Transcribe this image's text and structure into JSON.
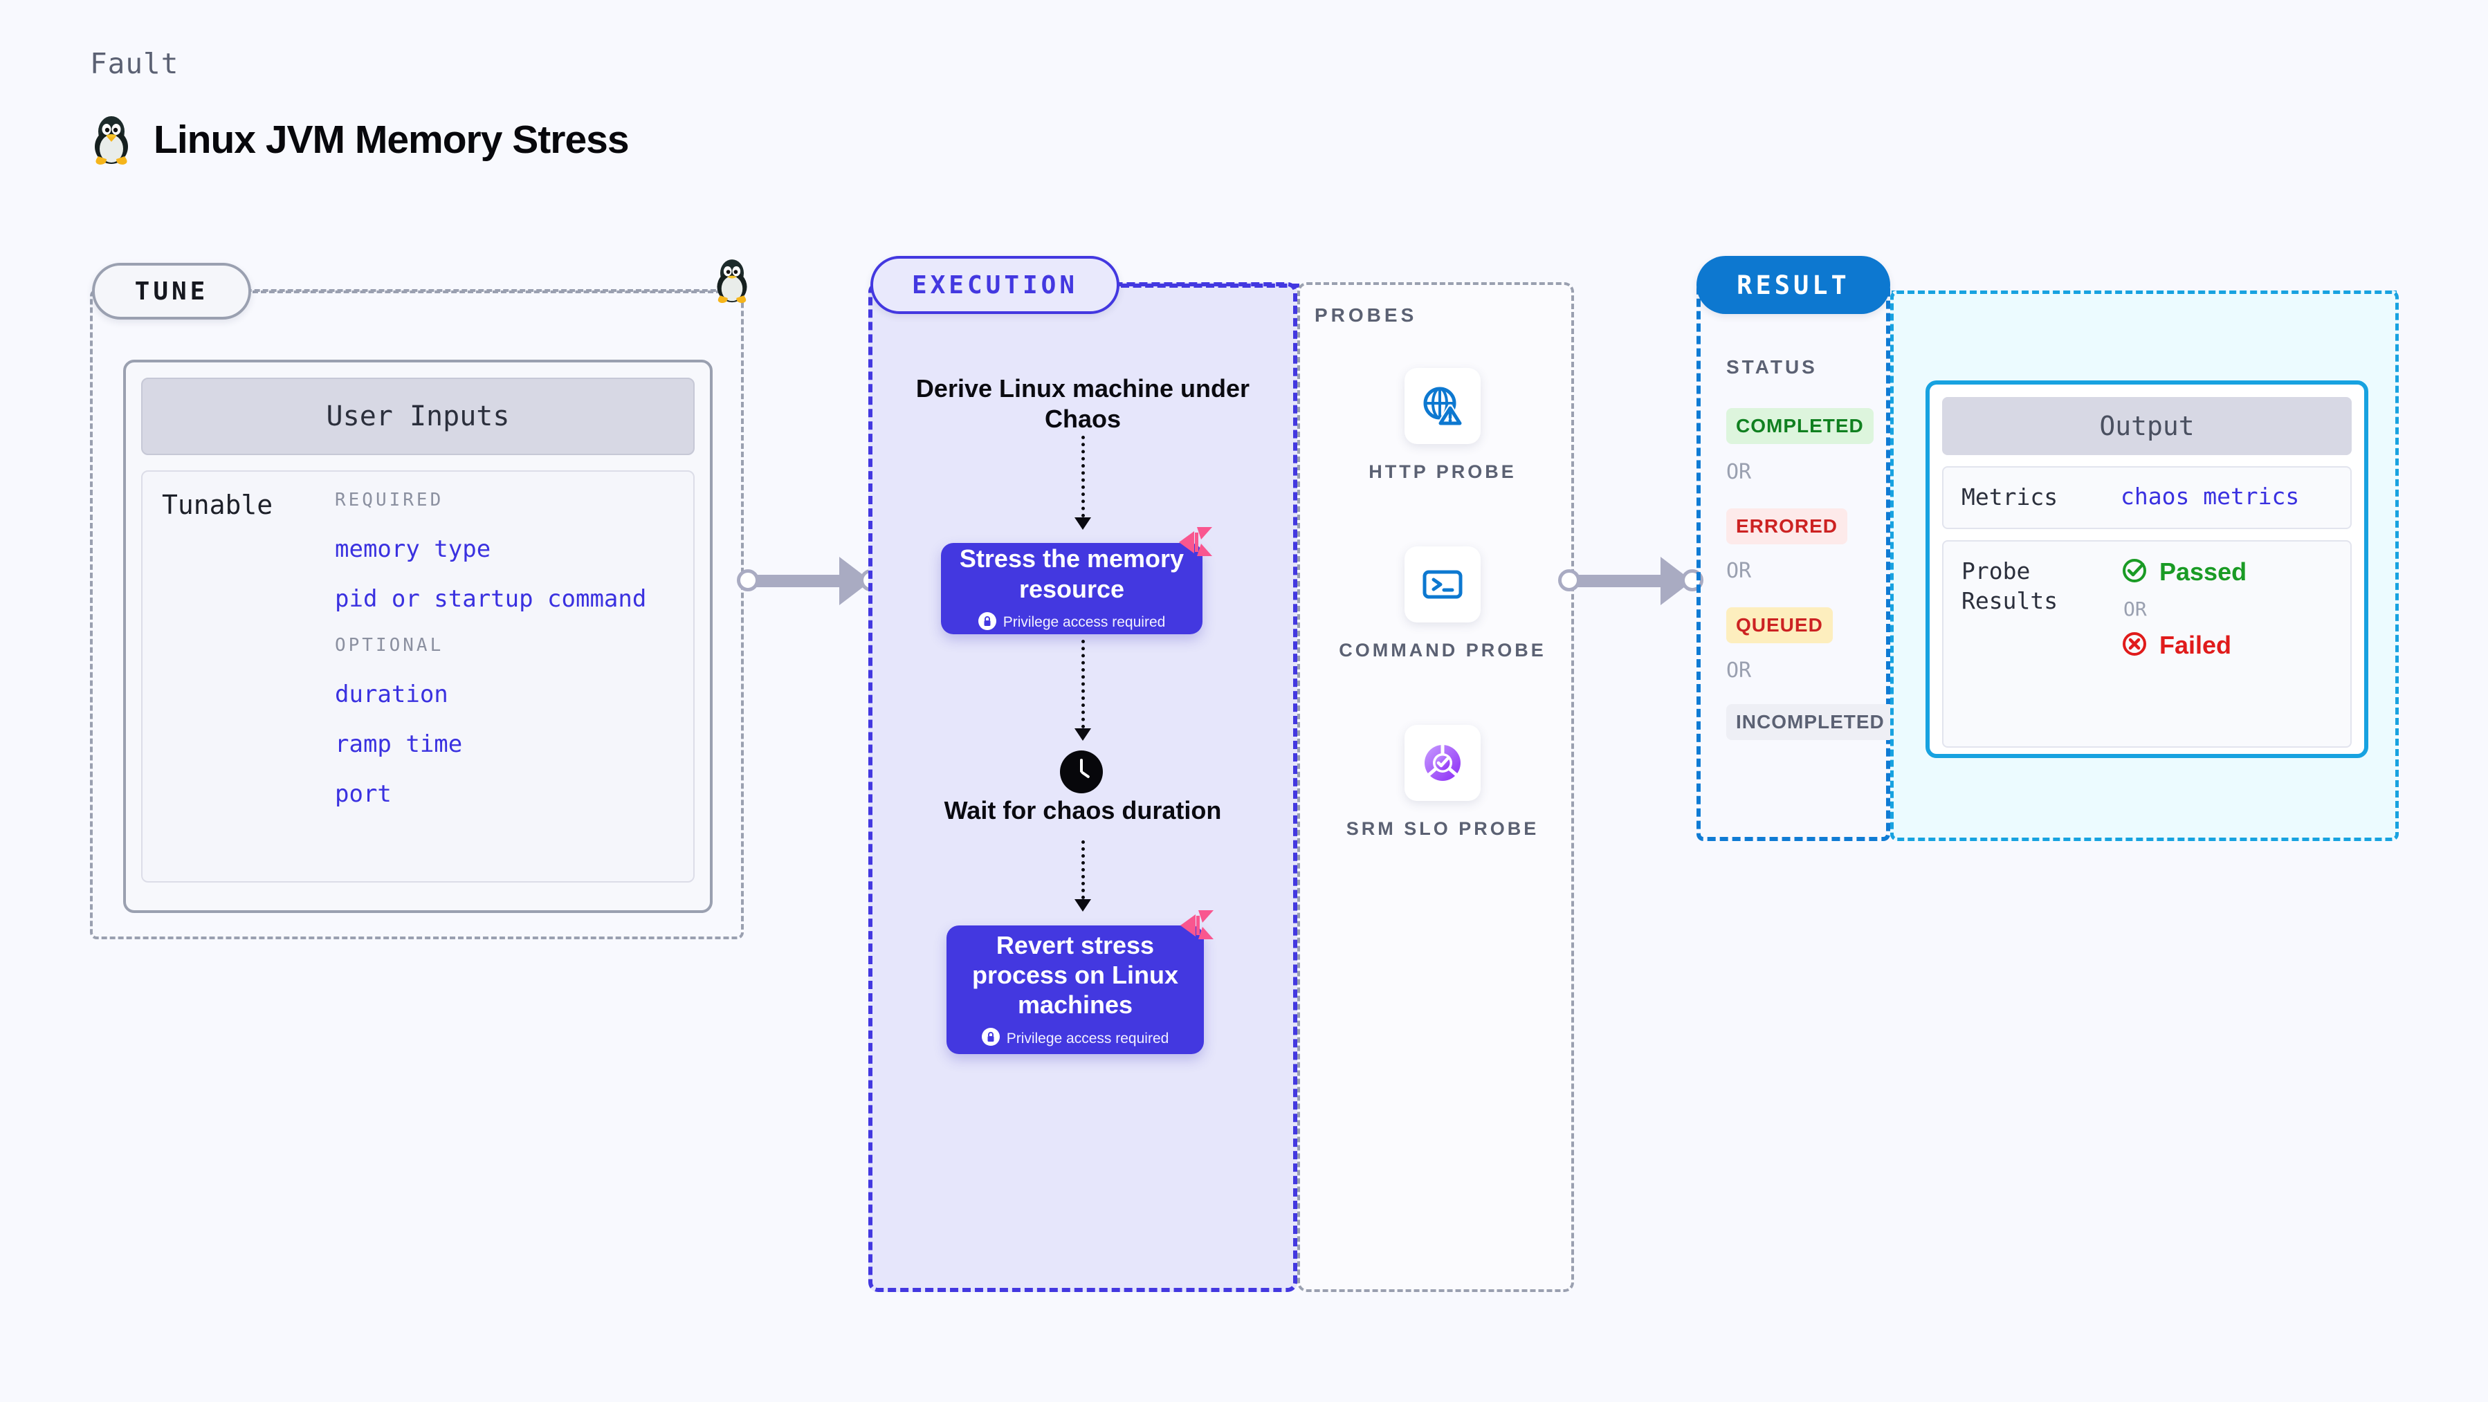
{
  "header": {
    "kicker": "Fault",
    "title": "Linux JVM Memory Stress",
    "penguin_icon": "linux-penguin-icon"
  },
  "tune": {
    "pill_label": "TUNE",
    "card_title": "User Inputs",
    "tunable_label": "Tunable",
    "groups": [
      {
        "title": "REQUIRED",
        "items": [
          "memory type",
          "pid or startup command"
        ]
      },
      {
        "title": "OPTIONAL",
        "items": [
          "duration",
          "ramp time",
          "port"
        ]
      }
    ]
  },
  "execution": {
    "pill_label": "EXECUTION",
    "step1_text": "Derive Linux machine under Chaos",
    "box1_title": "Stress the memory resource",
    "box1_privilege": "Privilege access required",
    "wait_text": "Wait for chaos duration",
    "wait_icon": "clock-icon",
    "box2_title": "Revert stress process on Linux machines",
    "box2_privilege": "Privilege access required",
    "logo_icon": "harness-logo-icon"
  },
  "probes": {
    "title": "PROBES",
    "items": [
      {
        "name": "HTTP PROBE",
        "icon": "globe-warning-icon"
      },
      {
        "name": "COMMAND PROBE",
        "icon": "terminal-icon"
      },
      {
        "name": "SRM SLO PROBE",
        "icon": "slo-donut-check-icon"
      }
    ]
  },
  "result": {
    "pill_label": "RESULT",
    "status_title": "STATUS",
    "or_label": "OR",
    "statuses": [
      {
        "label": "COMPLETED",
        "color": "#108020",
        "bg": "#ddf5dd"
      },
      {
        "label": "ERRORED",
        "color": "#cc2222",
        "bg": "#fdeaea"
      },
      {
        "label": "QUEUED",
        "color": "#cc2222",
        "bg": "#fdeebe"
      },
      {
        "label": "INCOMPLETED",
        "color": "#5b6173",
        "bg": "#eeeff5"
      }
    ]
  },
  "output": {
    "card_title": "Output",
    "metrics_key": "Metrics",
    "metrics_value": "chaos metrics",
    "probe_results_key": "Probe Results",
    "passed_label": "Passed",
    "failed_label": "Failed",
    "or_label": "OR",
    "passed_icon": "check-circle-icon",
    "failed_icon": "x-circle-icon"
  },
  "colors": {
    "brand_purple": "#4338e0",
    "brand_blue": "#0d78d0",
    "cyan": "#17a2e0",
    "pink": "#f9568f",
    "gray": "#9aa0b0"
  }
}
